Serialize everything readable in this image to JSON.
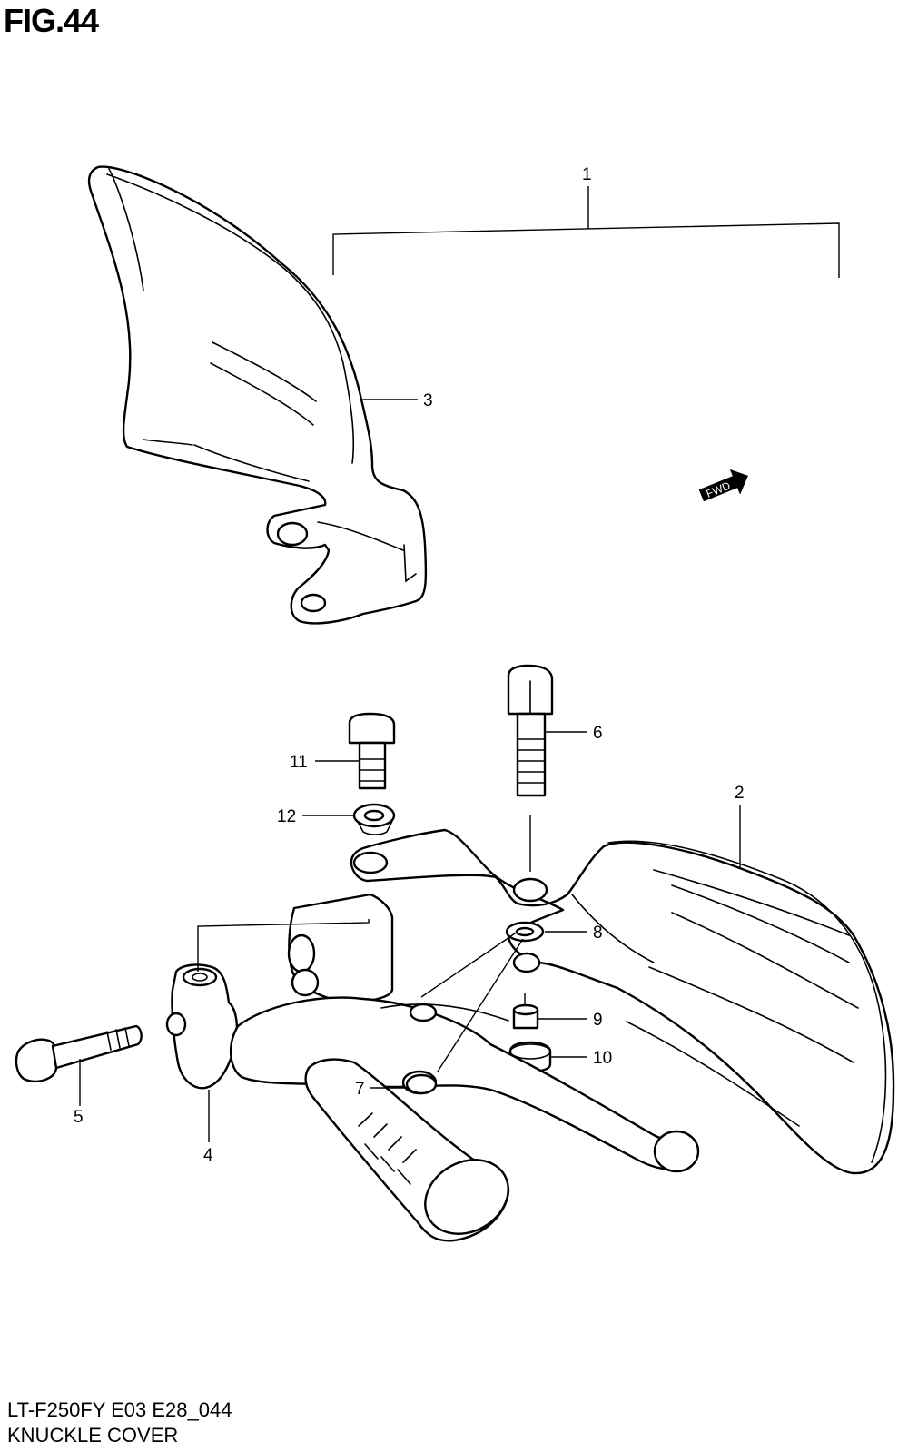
{
  "figure": {
    "title": "FIG.44",
    "model_line": "LT-F250FY E03 E28_044",
    "name": "KNUCKLE COVER"
  },
  "fwd_badge": "FWD",
  "callouts": [
    "1",
    "2",
    "3",
    "4",
    "5",
    "6",
    "7",
    "8",
    "9",
    "10",
    "11",
    "12"
  ]
}
